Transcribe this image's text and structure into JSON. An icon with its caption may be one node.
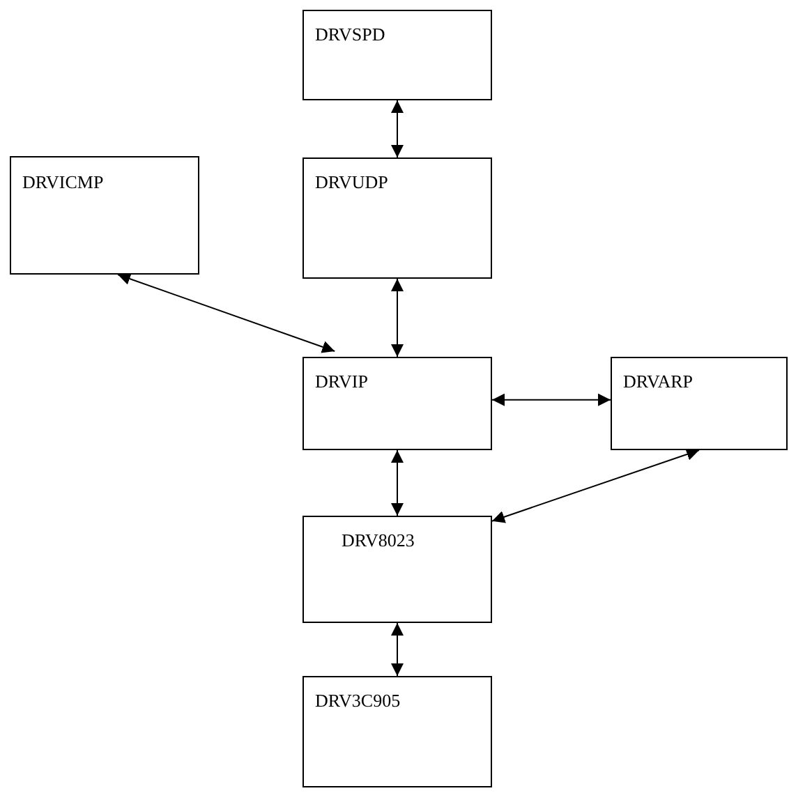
{
  "diagram": {
    "nodes": [
      {
        "text": [
          "DRVSPD"
        ]
      },
      {
        "text": [
          "DRVICMP"
        ]
      },
      {
        "text": [
          "DRVUDP"
        ]
      },
      {
        "text": [
          "DRVIP"
        ]
      },
      {
        "text": [
          "DRVARP"
        ]
      },
      {
        "text": [
          "DRV8023"
        ]
      },
      {
        "text": [
          "DRV3C905"
        ]
      }
    ],
    "edges": [
      {
        "from": 0,
        "to": 2,
        "arrow": "both"
      },
      {
        "from": 2,
        "to": 3,
        "arrow": "both"
      },
      {
        "from": 1,
        "to": 3,
        "arrow": "both"
      },
      {
        "from": 3,
        "to": 4,
        "arrow": "both"
      },
      {
        "from": 3,
        "to": 5,
        "arrow": "both"
      },
      {
        "from": 4,
        "to": 5,
        "arrow": "both"
      },
      {
        "from": 5,
        "to": 6,
        "arrow": "both"
      }
    ]
  }
}
